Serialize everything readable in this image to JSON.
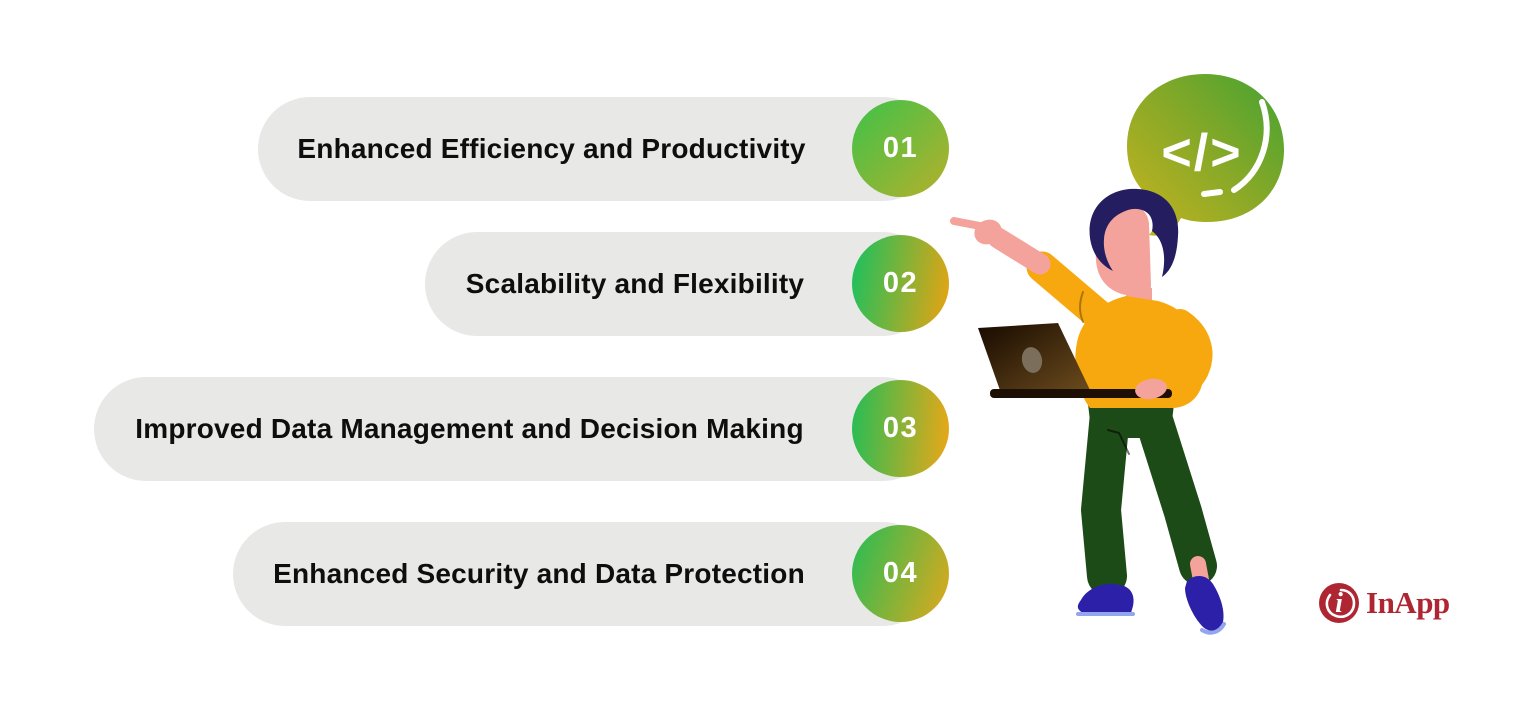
{
  "benefits": [
    {
      "number": "01",
      "label": "Enhanced Efficiency and Productivity"
    },
    {
      "number": "02",
      "label": "Scalability and Flexibility"
    },
    {
      "number": "03",
      "label": "Improved Data Management and Decision Making"
    },
    {
      "number": "04",
      "label": "Enhanced Security and Data Protection"
    }
  ],
  "illustration": {
    "speech_bubble": {
      "code_symbol": "</>"
    }
  },
  "logo": {
    "text": "InApp",
    "icon_letter": "i"
  },
  "colors": {
    "pill_background": "#e8e8e7",
    "label_text": "#0e0e0e",
    "badge_green": "#2dbc53",
    "badge_gold": "#e2a414",
    "bubble_yellow": "#c6b420",
    "bubble_green": "#3fa434",
    "shirt": "#f7a80e",
    "skin": "#f4a39c",
    "hair": "#241d60",
    "pants": "#1d4b17",
    "shoes": "#2c20a9",
    "shoe_sole": "#93a5ee",
    "laptop_dark": "#170a00",
    "laptop_light": "#6e4d1e",
    "logo_red": "#ae2631"
  }
}
